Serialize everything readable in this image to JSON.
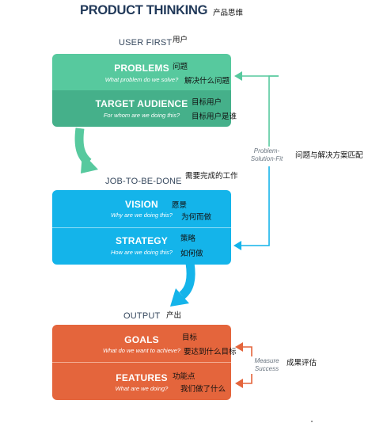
{
  "title": "PRODUCT THINKING",
  "title_cn": "产品思维",
  "colors": {
    "green": "#57c99e",
    "green_dark": "#45b08a",
    "blue": "#14b4ea",
    "orange": "#e4653c",
    "title": "#223a5a"
  },
  "sections": {
    "user_first": {
      "label": "USER FIRST",
      "cn": "用户"
    },
    "jtbd": {
      "label": "JOB-TO-BE-DONE",
      "cn": "需要完成的工作"
    },
    "output": {
      "label": "OUTPUT",
      "cn": "产出"
    }
  },
  "boxes": {
    "problems": {
      "title": "PROBLEMS",
      "title_cn": "问题",
      "sub": "What problem do we solve?",
      "sub_cn": "解决什么问题"
    },
    "target": {
      "title": "TARGET AUDIENCE",
      "title_cn": "目标用户",
      "sub": "For whom are we doing this?",
      "sub_cn": "目标用户是谁"
    },
    "vision": {
      "title": "VISION",
      "title_cn": "愿景",
      "sub": "Why are we doing this?",
      "sub_cn": "为何而做"
    },
    "strategy": {
      "title": "STRATEGY",
      "title_cn": "策略",
      "sub": "How are we doing this?",
      "sub_cn": "如何做"
    },
    "goals": {
      "title": "GOALS",
      "title_cn": "目标",
      "sub": "What do we want to achieve?",
      "sub_cn": "要达到什么目标"
    },
    "features": {
      "title": "FEATURES",
      "title_cn": "功能点",
      "sub": "What are we doing?",
      "sub_cn": "我们做了什么"
    }
  },
  "side_labels": {
    "psf_line1": "Problem-",
    "psf_line2": "Solution-Fit",
    "psf_cn": "问题与解决方案匹配",
    "ms_line1": "Measure",
    "ms_line2": "Success",
    "ms_cn": "成果评估"
  }
}
